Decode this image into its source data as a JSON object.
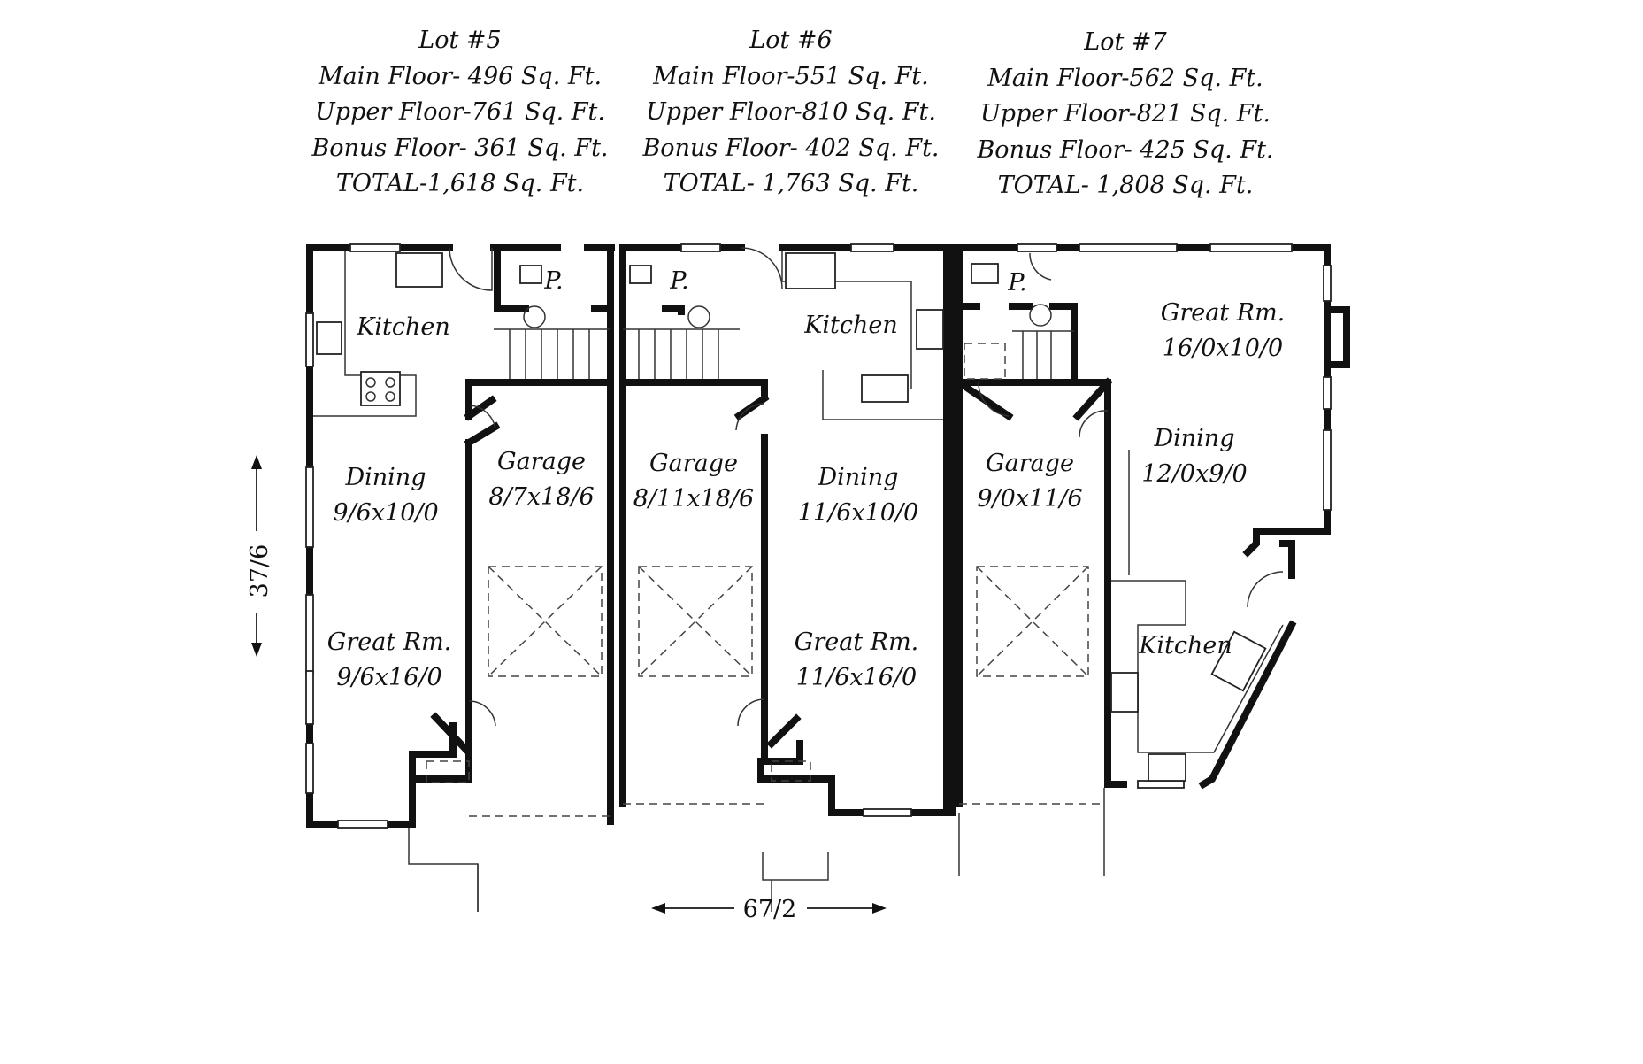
{
  "lots": [
    {
      "title": "Lot #5",
      "main_floor": "Main Floor- 496 Sq. Ft.",
      "upper_floor": "Upper Floor-761 Sq. Ft.",
      "bonus_floor": "Bonus Floor- 361 Sq. Ft.",
      "total": "TOTAL-1,618 Sq. Ft."
    },
    {
      "title": "Lot #6",
      "main_floor": "Main Floor-551 Sq. Ft.",
      "upper_floor": "Upper Floor-810 Sq. Ft.",
      "bonus_floor": "Bonus Floor- 402 Sq. Ft.",
      "total": "TOTAL- 1,763 Sq. Ft."
    },
    {
      "title": "Lot #7",
      "main_floor": "Main Floor-562 Sq. Ft.",
      "upper_floor": "Upper Floor-821 Sq. Ft.",
      "bonus_floor": "Bonus Floor- 425 Sq. Ft.",
      "total": "TOTAL- 1,808 Sq. Ft."
    }
  ],
  "rooms": {
    "lot5": {
      "kitchen": "Kitchen",
      "pantry": "P.",
      "dining": "Dining",
      "dining_size": "9/6x10/0",
      "great_room": "Great Rm.",
      "great_room_size": "9/6x16/0",
      "garage": "Garage",
      "garage_size": "8/7x18/6"
    },
    "lot6": {
      "pantry": "P.",
      "kitchen": "Kitchen",
      "garage": "Garage",
      "garage_size": "8/11x18/6",
      "dining": "Dining",
      "dining_size": "11/6x10/0",
      "great_room": "Great Rm.",
      "great_room_size": "11/6x16/0"
    },
    "lot7": {
      "pantry": "P.",
      "garage": "Garage",
      "garage_size": "9/0x11/6",
      "great_room": "Great Rm.",
      "great_room_size": "16/0x10/0",
      "dining": "Dining",
      "dining_size": "12/0x9/0",
      "kitchen": "Kitchen"
    }
  },
  "dimensions": {
    "depth": "37/6",
    "width": "67/2"
  }
}
